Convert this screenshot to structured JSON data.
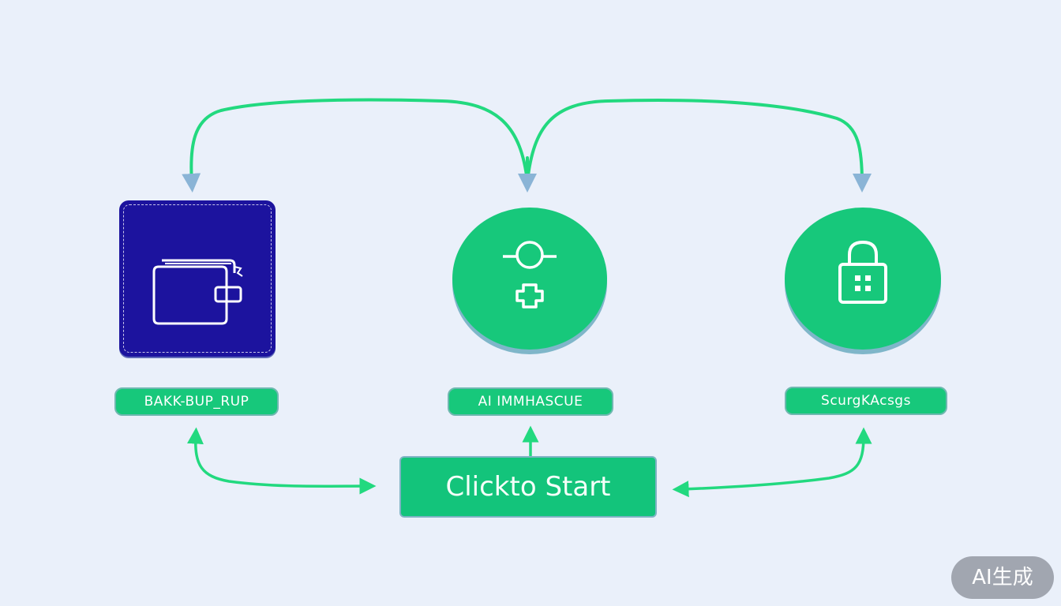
{
  "diagram": {
    "nodes": [
      {
        "id": "backup",
        "icon": "folder-icon",
        "shape": "rounded-square",
        "fill": "#1c139e",
        "label": "BAKK-BUP_RUP"
      },
      {
        "id": "ai",
        "icon": "ai-plus-icon",
        "shape": "circle",
        "fill": "#17c87b",
        "label": "AI IMMHASCUE"
      },
      {
        "id": "secure",
        "icon": "lock-icon",
        "shape": "circle",
        "fill": "#17c87b",
        "label": "ScurgKAcsgs"
      }
    ],
    "start_button": {
      "label": "Clickto Start"
    },
    "connector_color": "#22d97f",
    "arrowhead_color": "#8ab4d6"
  },
  "watermark": {
    "text": "AI生成"
  }
}
